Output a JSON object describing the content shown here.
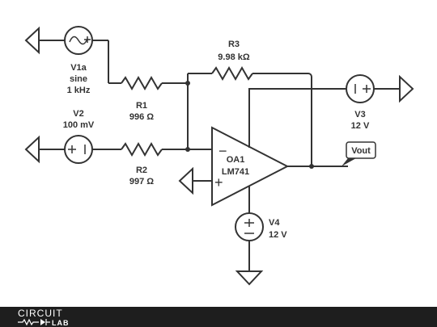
{
  "components": {
    "v1a": {
      "name": "V1a",
      "type": "sine",
      "freq": "1 kHz"
    },
    "v2": {
      "name": "V2",
      "value": "100 mV"
    },
    "v3": {
      "name": "V3",
      "value": "12 V"
    },
    "v4": {
      "name": "V4",
      "value": "12 V"
    },
    "r1": {
      "name": "R1",
      "value": "996 Ω"
    },
    "r2": {
      "name": "R2",
      "value": "997 Ω"
    },
    "r3": {
      "name": "R3",
      "value": "9.98 kΩ"
    },
    "oa1": {
      "name": "OA1",
      "model": "LM741",
      "minus": "−",
      "plus": "+"
    }
  },
  "probe": {
    "label": "Vout"
  },
  "footer": {
    "logo_word": "CIRCUIT",
    "logo_sub": "LAB"
  },
  "colors": {
    "wire": "#333333",
    "footer_bg": "#1e1e1e",
    "text": "#333333"
  }
}
